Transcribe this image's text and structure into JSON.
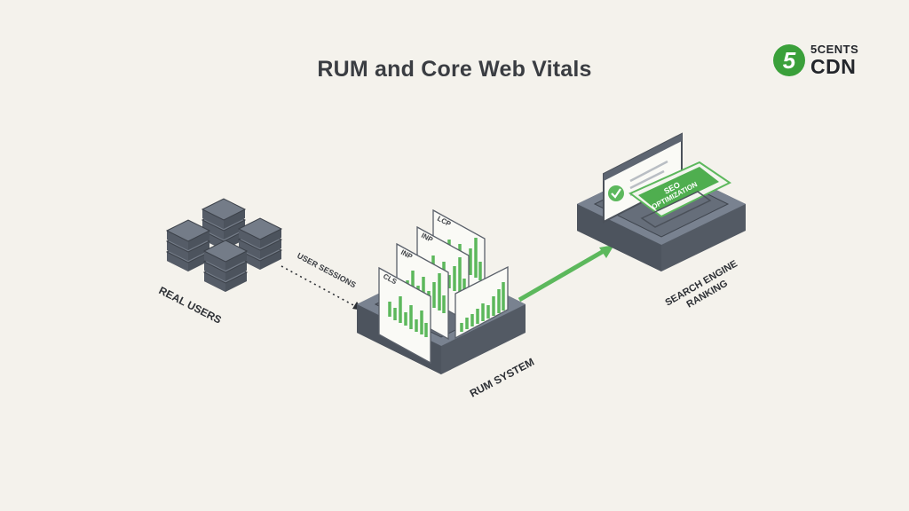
{
  "title": "RUM and Core Web Vitals",
  "logo": {
    "number": "5",
    "line1": "5CENTS",
    "line2": "CDN"
  },
  "labels": {
    "real_users": "REAL USERS",
    "user_sessions": "USER SESSIONS",
    "rum_system": "RUM SYSTEM",
    "search_engine_line1": "SEARCH ENGINE",
    "search_engine_line2": "RANKING"
  },
  "metric_cards": [
    "CLS",
    "INP",
    "INP",
    "LCP"
  ],
  "seo_card": {
    "line1": "SEO",
    "line2": "OPTIMIZATION"
  },
  "colors": {
    "background": "#f4f2ec",
    "server": "#5d6571",
    "accent_green": "#5cb85c",
    "logo_green": "#3aa03a"
  }
}
